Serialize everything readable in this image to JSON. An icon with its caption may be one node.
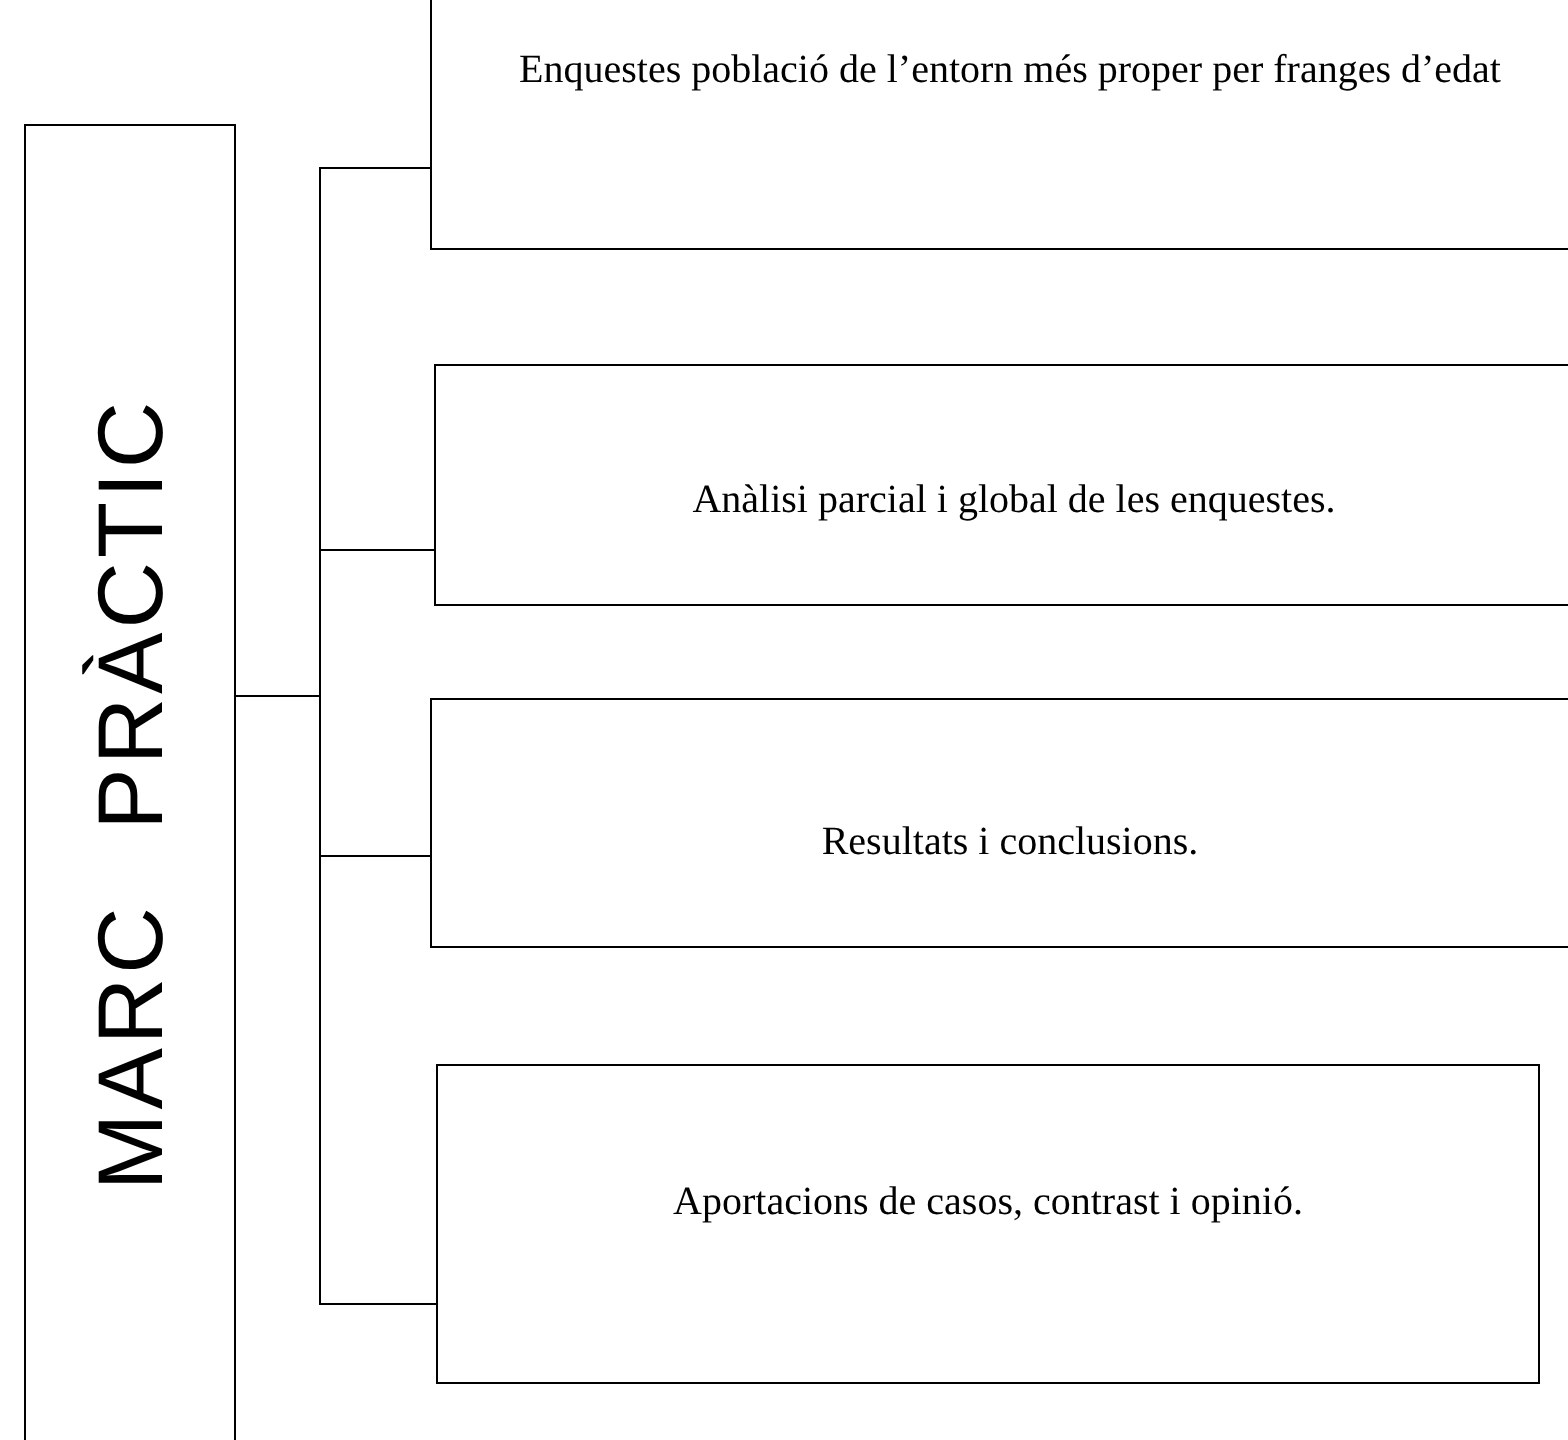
{
  "diagram": {
    "nodes": [
      {
        "text": [
          "MARC PRÀCTIC"
        ]
      },
      {
        "text": [
          "Enquestes població de l’entorn més proper per franges d’edat"
        ]
      },
      {
        "text": [
          "Anàlisi parcial i global de les enquestes."
        ]
      },
      {
        "text": [
          "Resultats i conclusions."
        ]
      },
      {
        "text": [
          "Aportacions de casos, contrast i opinió."
        ]
      }
    ],
    "edges": [
      {
        "from": 0,
        "to": 1,
        "arrow": "none"
      },
      {
        "from": 0,
        "to": 2,
        "arrow": "none"
      },
      {
        "from": 0,
        "to": 3,
        "arrow": "none"
      },
      {
        "from": 0,
        "to": 4,
        "arrow": "none"
      }
    ]
  }
}
